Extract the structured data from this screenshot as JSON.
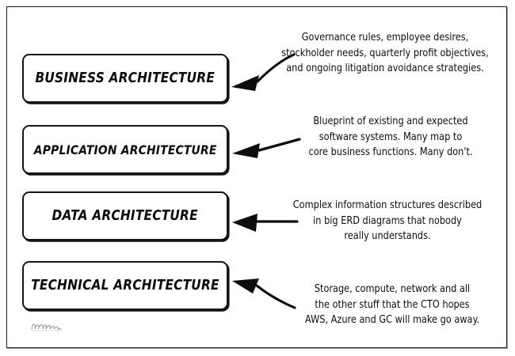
{
  "meta": {
    "title": "Enterprise Architecture Layers",
    "background_color": "#ffffff",
    "ink_color": "#0d0d0d",
    "frame_color": "#1a1a1a"
  },
  "layers": [
    {
      "id": "business",
      "label": "BUSINESS ARCHITECTURE",
      "note": "Governance rules, employee desires,\nstockholder needs, quarterly profit objectives,\nand ongoing litigation avoidance strategies.",
      "arrow": "curved-down-left"
    },
    {
      "id": "application",
      "label": "APPLICATION ARCHITECTURE",
      "note": "Blueprint of existing and expected\nsoftware systems. Many map to\ncore business functions. Many don't.",
      "arrow": "straight-down-left"
    },
    {
      "id": "data",
      "label": "DATA ARCHITECTURE",
      "note": "Complex information structures described\nin big ERD diagrams that nobody\nreally understands.",
      "arrow": "straight-horizontal-left"
    },
    {
      "id": "technical",
      "label": "TECHNICAL ARCHITECTURE",
      "note": "Storage, compute, network and all\nthe other stuff that the CTO hopes\nAWS, Azure and GC will make go away.",
      "arrow": "curved-up-left"
    }
  ],
  "signature": {
    "name": "artist-signature",
    "text": ""
  }
}
